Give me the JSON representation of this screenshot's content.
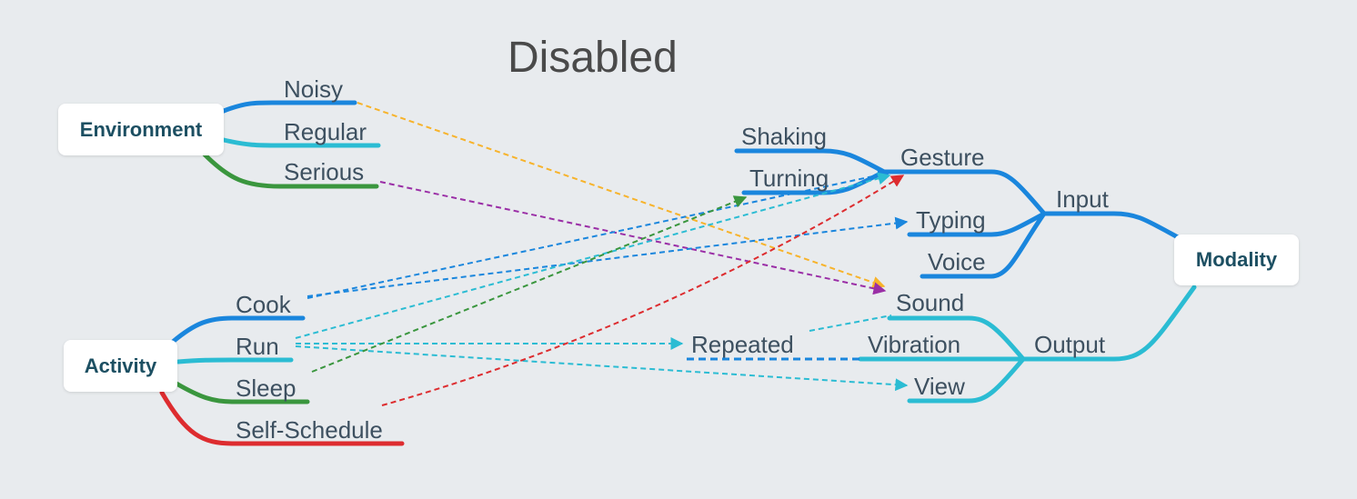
{
  "title": "Disabled",
  "colors": {
    "background": "#e8ebee",
    "blue": "#1a86dd",
    "teal": "#2bbcd3",
    "green": "#3a963e",
    "red": "#dd2c2f",
    "orange": "#f7b32b",
    "purple": "#9a2ea6"
  },
  "environment": {
    "label": "Environment",
    "children": [
      "Noisy",
      "Regular",
      "Serious"
    ]
  },
  "activity": {
    "label": "Activity",
    "children": [
      "Cook",
      "Run",
      "Sleep",
      "Self-Schedule"
    ]
  },
  "modality": {
    "label": "Modality",
    "input": {
      "label": "Input",
      "children": [
        "Gesture",
        "Typing",
        "Voice"
      ],
      "gesture_children": [
        "Shaking",
        "Turning"
      ]
    },
    "output": {
      "label": "Output",
      "children": [
        "Sound",
        "Vibration",
        "View"
      ],
      "vibration_children": [
        "Repeated"
      ]
    }
  },
  "links": [
    {
      "from": "Noisy",
      "to": "Sound",
      "color": "orange"
    },
    {
      "from": "Serious",
      "to": "Sound",
      "color": "purple"
    },
    {
      "from": "Cook",
      "to": "Typing",
      "color": "blue"
    },
    {
      "from": "Cook",
      "to": "Gesture",
      "color": "blue"
    },
    {
      "from": "Run",
      "to": "Gesture",
      "color": "teal"
    },
    {
      "from": "Run",
      "to": "Repeated",
      "color": "teal"
    },
    {
      "from": "Run",
      "to": "View",
      "color": "teal"
    },
    {
      "from": "Sleep",
      "to": "Turning",
      "color": "green"
    },
    {
      "from": "Self-Schedule",
      "to": "Gesture",
      "color": "red"
    },
    {
      "from": "Repeated",
      "to": "Sound",
      "color": "teal"
    }
  ]
}
